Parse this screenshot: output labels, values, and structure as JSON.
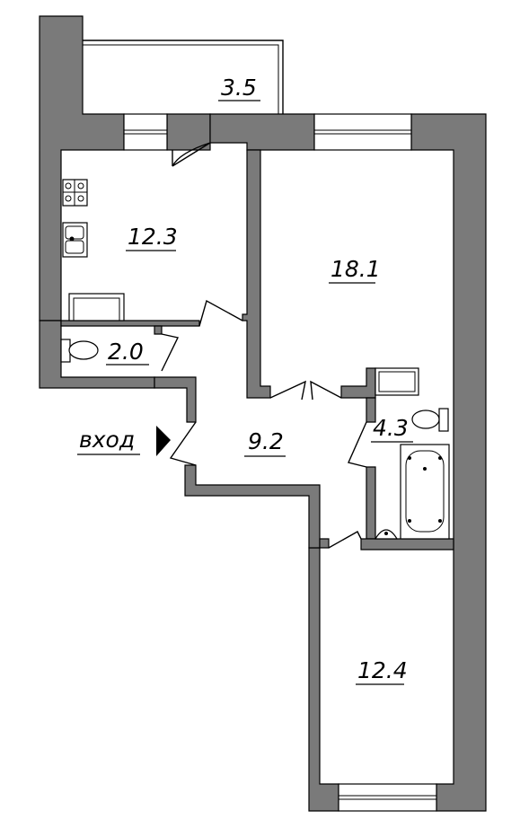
{
  "plan": {
    "rooms": [
      {
        "id": "balcony",
        "area": "3.5"
      },
      {
        "id": "kitchen",
        "area": "12.3"
      },
      {
        "id": "living-room",
        "area": "18.1"
      },
      {
        "id": "toilet",
        "area": "2.0"
      },
      {
        "id": "hallway",
        "area": "9.2"
      },
      {
        "id": "bathroom",
        "area": "4.3"
      },
      {
        "id": "bedroom",
        "area": "12.4"
      }
    ],
    "entrance_label": "вход",
    "colors": {
      "wall": "#7a7a7a",
      "line": "#000000",
      "background": "#ffffff"
    }
  }
}
